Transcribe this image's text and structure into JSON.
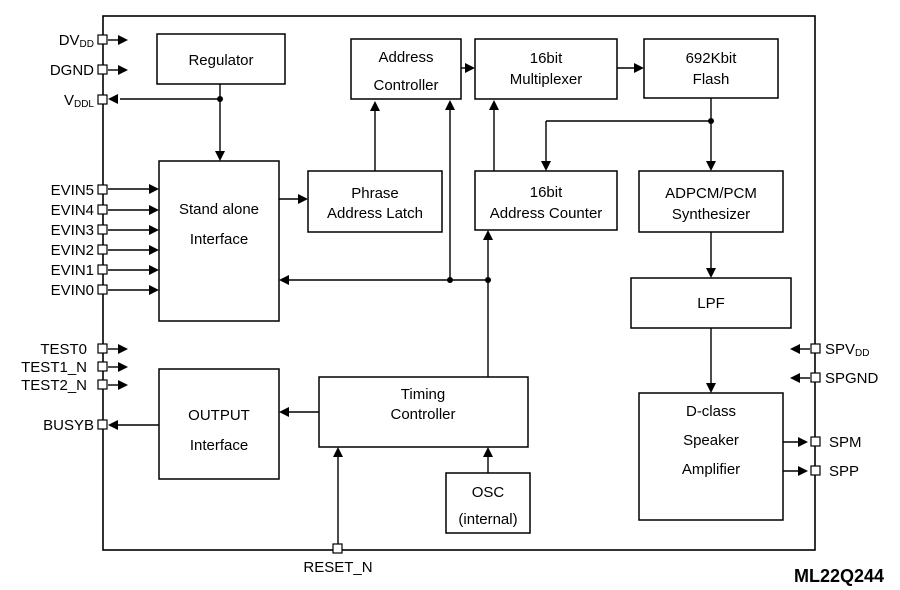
{
  "chip_name": "ML22Q244",
  "blocks": {
    "regulator": [
      "Regulator"
    ],
    "address_controller": [
      "Address",
      "Controller"
    ],
    "multiplexer": [
      "16bit",
      "Multiplexer"
    ],
    "flash": [
      "692Kbit",
      "Flash"
    ],
    "standalone_interface": [
      "Stand alone",
      "Interface"
    ],
    "phrase_address_latch": [
      "Phrase",
      "Address Latch"
    ],
    "address_counter": [
      "16bit",
      "Address Counter"
    ],
    "synthesizer": [
      "ADPCM/PCM",
      "Synthesizer"
    ],
    "lpf": [
      "LPF"
    ],
    "output_interface": [
      "OUTPUT",
      "Interface"
    ],
    "timing_controller": [
      "Timing",
      "Controller"
    ],
    "osc": [
      "OSC",
      "(internal)"
    ],
    "speaker_amplifier": [
      "D-class",
      "Speaker",
      "Amplifier"
    ]
  },
  "pins": {
    "dvdd": {
      "main": "DV",
      "sub": "DD"
    },
    "dgnd": {
      "main": "DGND"
    },
    "vddl": {
      "main": "V",
      "sub": "DDL"
    },
    "evin5": {
      "main": "EVIN5"
    },
    "evin4": {
      "main": "EVIN4"
    },
    "evin3": {
      "main": "EVIN3"
    },
    "evin2": {
      "main": "EVIN2"
    },
    "evin1": {
      "main": "EVIN1"
    },
    "evin0": {
      "main": "EVIN0"
    },
    "test0": {
      "main": "TEST0"
    },
    "test1_n": {
      "main": "TEST1_N"
    },
    "test2_n": {
      "main": "TEST2_N"
    },
    "busyb": {
      "main": "BUSYB"
    },
    "reset_n": {
      "main": "RESET_N"
    },
    "spvdd": {
      "main": "SPV",
      "sub": "DD"
    },
    "spgnd": {
      "main": "SPGND"
    },
    "spm": {
      "main": "SPM"
    },
    "spp": {
      "main": "SPP"
    }
  }
}
